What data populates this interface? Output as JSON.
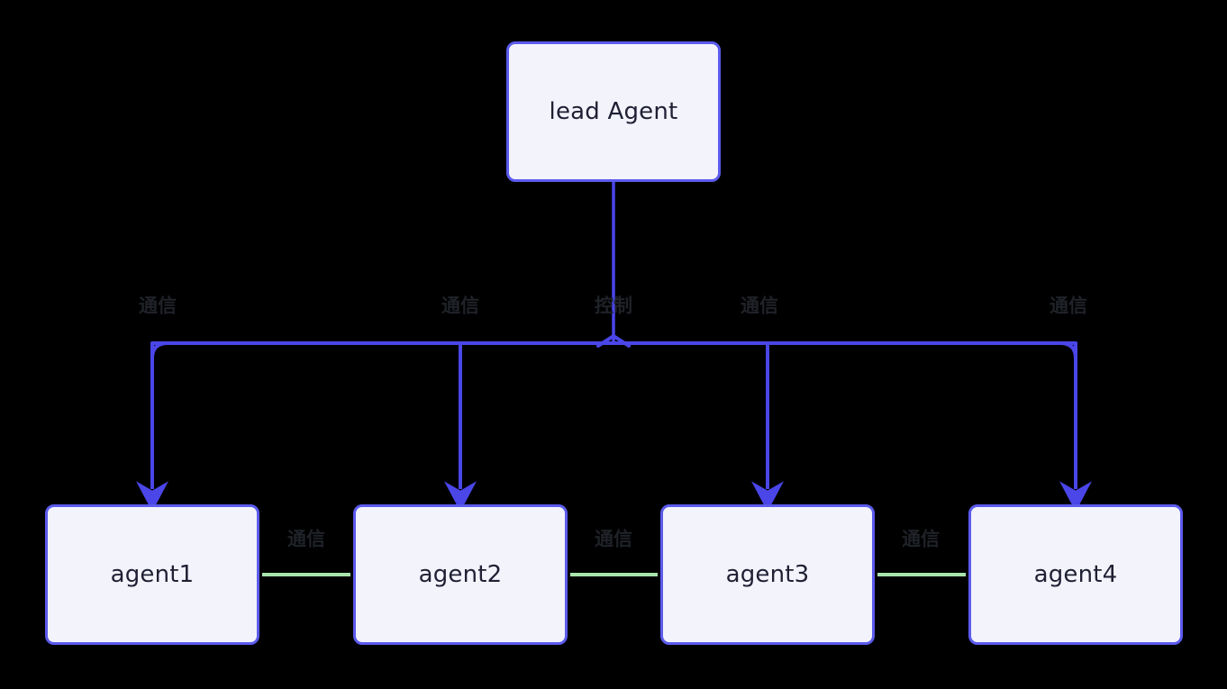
{
  "diagram": {
    "type": "flowchart",
    "background_color": "#000000",
    "node_fill_color": "#f3f3fc",
    "node_border_color": "#5b5bed",
    "node_text_color": "#1f2033",
    "control_edge_color": "#4a46e8",
    "communication_edge_color": "#a9e4ab",
    "label_text_color": "#1f2228",
    "nodes": [
      {
        "id": "lead",
        "label": "lead Agent"
      },
      {
        "id": "agent1",
        "label": "agent1"
      },
      {
        "id": "agent2",
        "label": "agent2"
      },
      {
        "id": "agent3",
        "label": "agent3"
      },
      {
        "id": "agent4",
        "label": "agent4"
      }
    ],
    "edges": [
      {
        "from": "lead",
        "to": "bus",
        "label": "控制",
        "kind": "control",
        "arrow": false
      },
      {
        "from": "bus",
        "to": "agent1",
        "label": "通信",
        "kind": "control",
        "arrow": true
      },
      {
        "from": "bus",
        "to": "agent2",
        "label": "通信",
        "kind": "control",
        "arrow": true
      },
      {
        "from": "bus",
        "to": "agent3",
        "label": "通信",
        "kind": "control",
        "arrow": true
      },
      {
        "from": "bus",
        "to": "agent4",
        "label": "通信",
        "kind": "control",
        "arrow": true
      },
      {
        "from": "agent1",
        "to": "agent2",
        "label": "通信",
        "kind": "communication",
        "arrow": false
      },
      {
        "from": "agent2",
        "to": "agent3",
        "label": "通信",
        "kind": "communication",
        "arrow": false
      },
      {
        "from": "agent3",
        "to": "agent4",
        "label": "通信",
        "kind": "communication",
        "arrow": false
      }
    ],
    "labels": {
      "control": "控制",
      "communication": "通信"
    }
  }
}
